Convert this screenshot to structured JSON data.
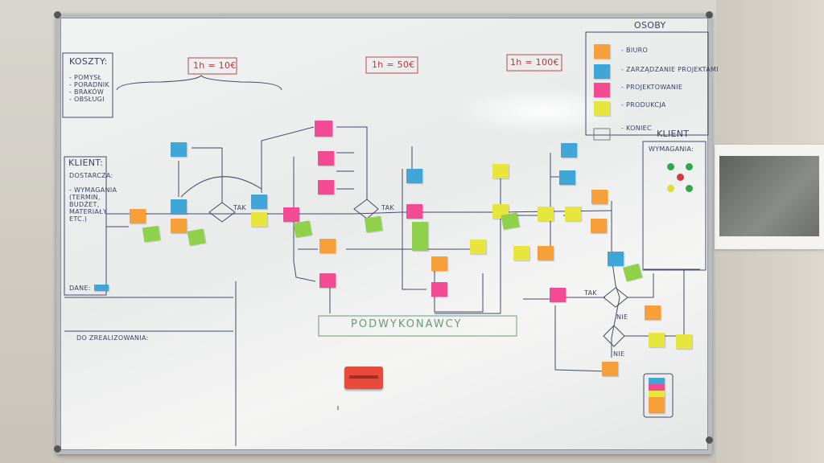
{
  "board": {
    "koszty_title": "KOSZTY:",
    "koszty_items": "- POMYSŁ\n- PORADNIK\n- BRAKÓW\n- OBSŁUGI",
    "rate1": "1h = 10€",
    "rate2": "1h = 50€",
    "rate3": "1h = 100€",
    "klient_left": "KLIENT:",
    "klient_left_body": "DOSTARCZA:\n\n- WYMAGANIA\n(TERMIN,\nBUDŻET,\nMATERIAŁY\nETC.)",
    "dane": "DANE:",
    "do_zrealizowania": "DO ZREALIZOWANIA:",
    "podwykonawcy": "PODWYKONAWCY",
    "osoby_title": "OSOBY",
    "osoby": [
      "- BIURO",
      "- ZARZĄDZANIE PROJEKTAMI",
      "- PROJEKTOWANIE",
      "- PRODUKCJA",
      "- KONIEC"
    ],
    "klient_right": "KLIENT",
    "wymagania": "WYMAGANIA:",
    "tak": "TAK",
    "nie": "NIE"
  },
  "colors": {
    "orange": "#f7a03a",
    "pink": "#f24b94",
    "blue": "#3fa6d8",
    "green": "#8fd14a",
    "yellow": "#e6e63c",
    "eraser": "#e84b3c"
  }
}
